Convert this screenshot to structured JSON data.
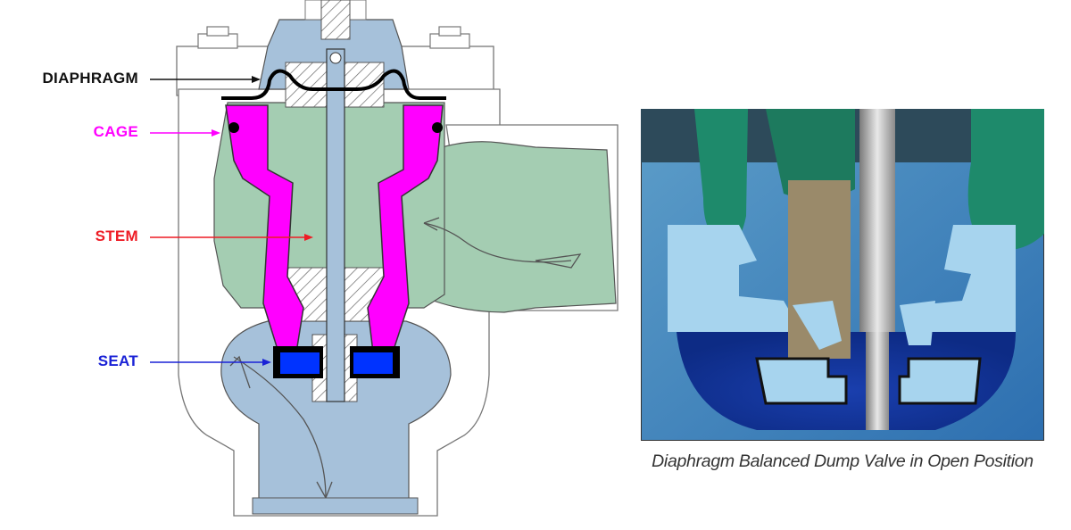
{
  "callouts": [
    {
      "key": "diaphragm",
      "label": "DIAPHRAGM",
      "color": "#111111"
    },
    {
      "key": "cage",
      "label": "CAGE",
      "color": "#ff00ff"
    },
    {
      "key": "stem",
      "label": "STEM",
      "color": "#ee1c25"
    },
    {
      "key": "seat",
      "label": "SEAT",
      "color": "#1a22d6"
    }
  ],
  "colors": {
    "body_blue": "#a6c1da",
    "green": "#a4cdb2",
    "magenta": "#ff00ff",
    "seat_blue": "#0033ff",
    "black": "#000000",
    "outline_gray": "#777777"
  },
  "photo": {
    "caption": "Diaphragm Balanced Dump Valve in Open Position"
  }
}
